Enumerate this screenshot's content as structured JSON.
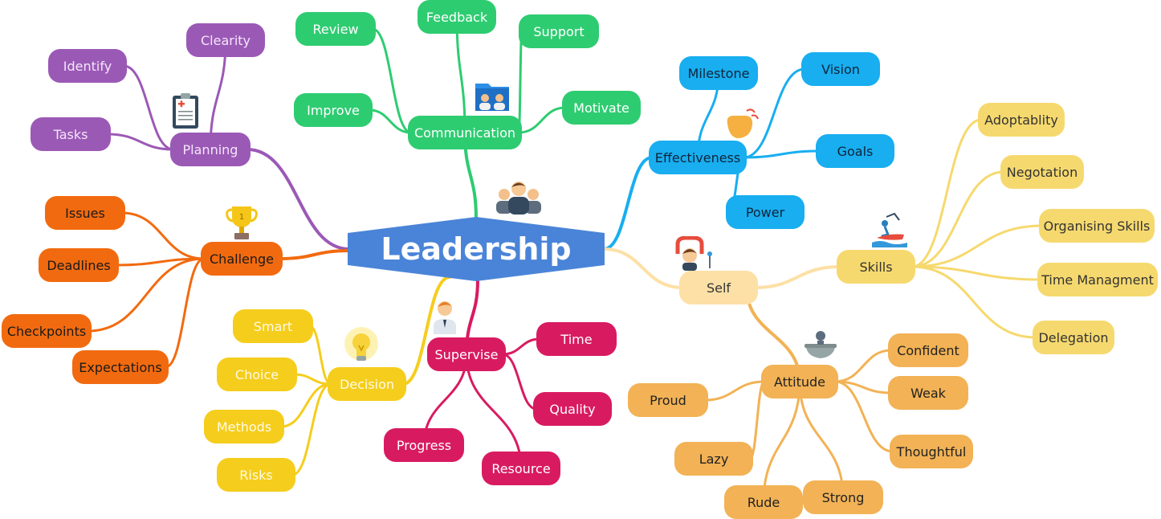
{
  "center": {
    "label": "Leadership",
    "color": "#4a84d8"
  },
  "branches": [
    {
      "id": "communication",
      "label": "Communication",
      "color": "#2ecc71",
      "text_color": "#ffffff",
      "icon": "group-folder-icon",
      "children": [
        "Review",
        "Feedback",
        "Support",
        "Improve",
        "Motivate"
      ]
    },
    {
      "id": "planning",
      "label": "Planning",
      "color": "#9b59b6",
      "text_color": "#f3e6fa",
      "icon": "clipboard-icon",
      "children": [
        "Clearity",
        "Identify",
        "Tasks"
      ]
    },
    {
      "id": "challenge",
      "label": "Challenge",
      "color": "#f26a0f",
      "text_color": "#1a1a1a",
      "icon": "trophy-icon",
      "children": [
        "Issues",
        "Deadlines",
        "Checkpoints",
        "Expectations"
      ]
    },
    {
      "id": "decision",
      "label": "Decision",
      "color": "#f5cd1c",
      "text_color": "#fffbe6",
      "icon": "lightbulb-icon",
      "children": [
        "Smart",
        "Choice",
        "Methods",
        "Risks"
      ]
    },
    {
      "id": "supervise",
      "label": "Supervise",
      "color": "#d81b60",
      "text_color": "#ffffff",
      "icon": "supervisor-icon",
      "children": [
        "Time",
        "Quality",
        "Progress",
        "Resource"
      ]
    },
    {
      "id": "effectiveness",
      "label": "Effectiveness",
      "color": "#18aef0",
      "text_color": "#10243a",
      "icon": "clapping-hand-icon",
      "children": [
        "Milestone",
        "Vision",
        "Goals",
        "Power"
      ]
    },
    {
      "id": "self",
      "label": "Self",
      "color": "#fde0a6",
      "text_color": "#333333",
      "icon": "person-magnet-icon",
      "children": []
    },
    {
      "id": "skills",
      "label": "Skills",
      "color": "#f6d96e",
      "text_color": "#333333",
      "icon": "kitesurfer-icon",
      "children": [
        "Adoptablity",
        "Negotation",
        "Organising Skills",
        "Time Managment",
        "Delegation"
      ]
    },
    {
      "id": "attitude",
      "label": "Attitude",
      "color": "#f2b255",
      "text_color": "#222222",
      "icon": "person-bowl-icon",
      "children": [
        "Confident",
        "Weak",
        "Thoughtful",
        "Proud",
        "Lazy",
        "Rude",
        "Strong"
      ]
    }
  ],
  "icon_top": {
    "name": "people-group-icon"
  }
}
